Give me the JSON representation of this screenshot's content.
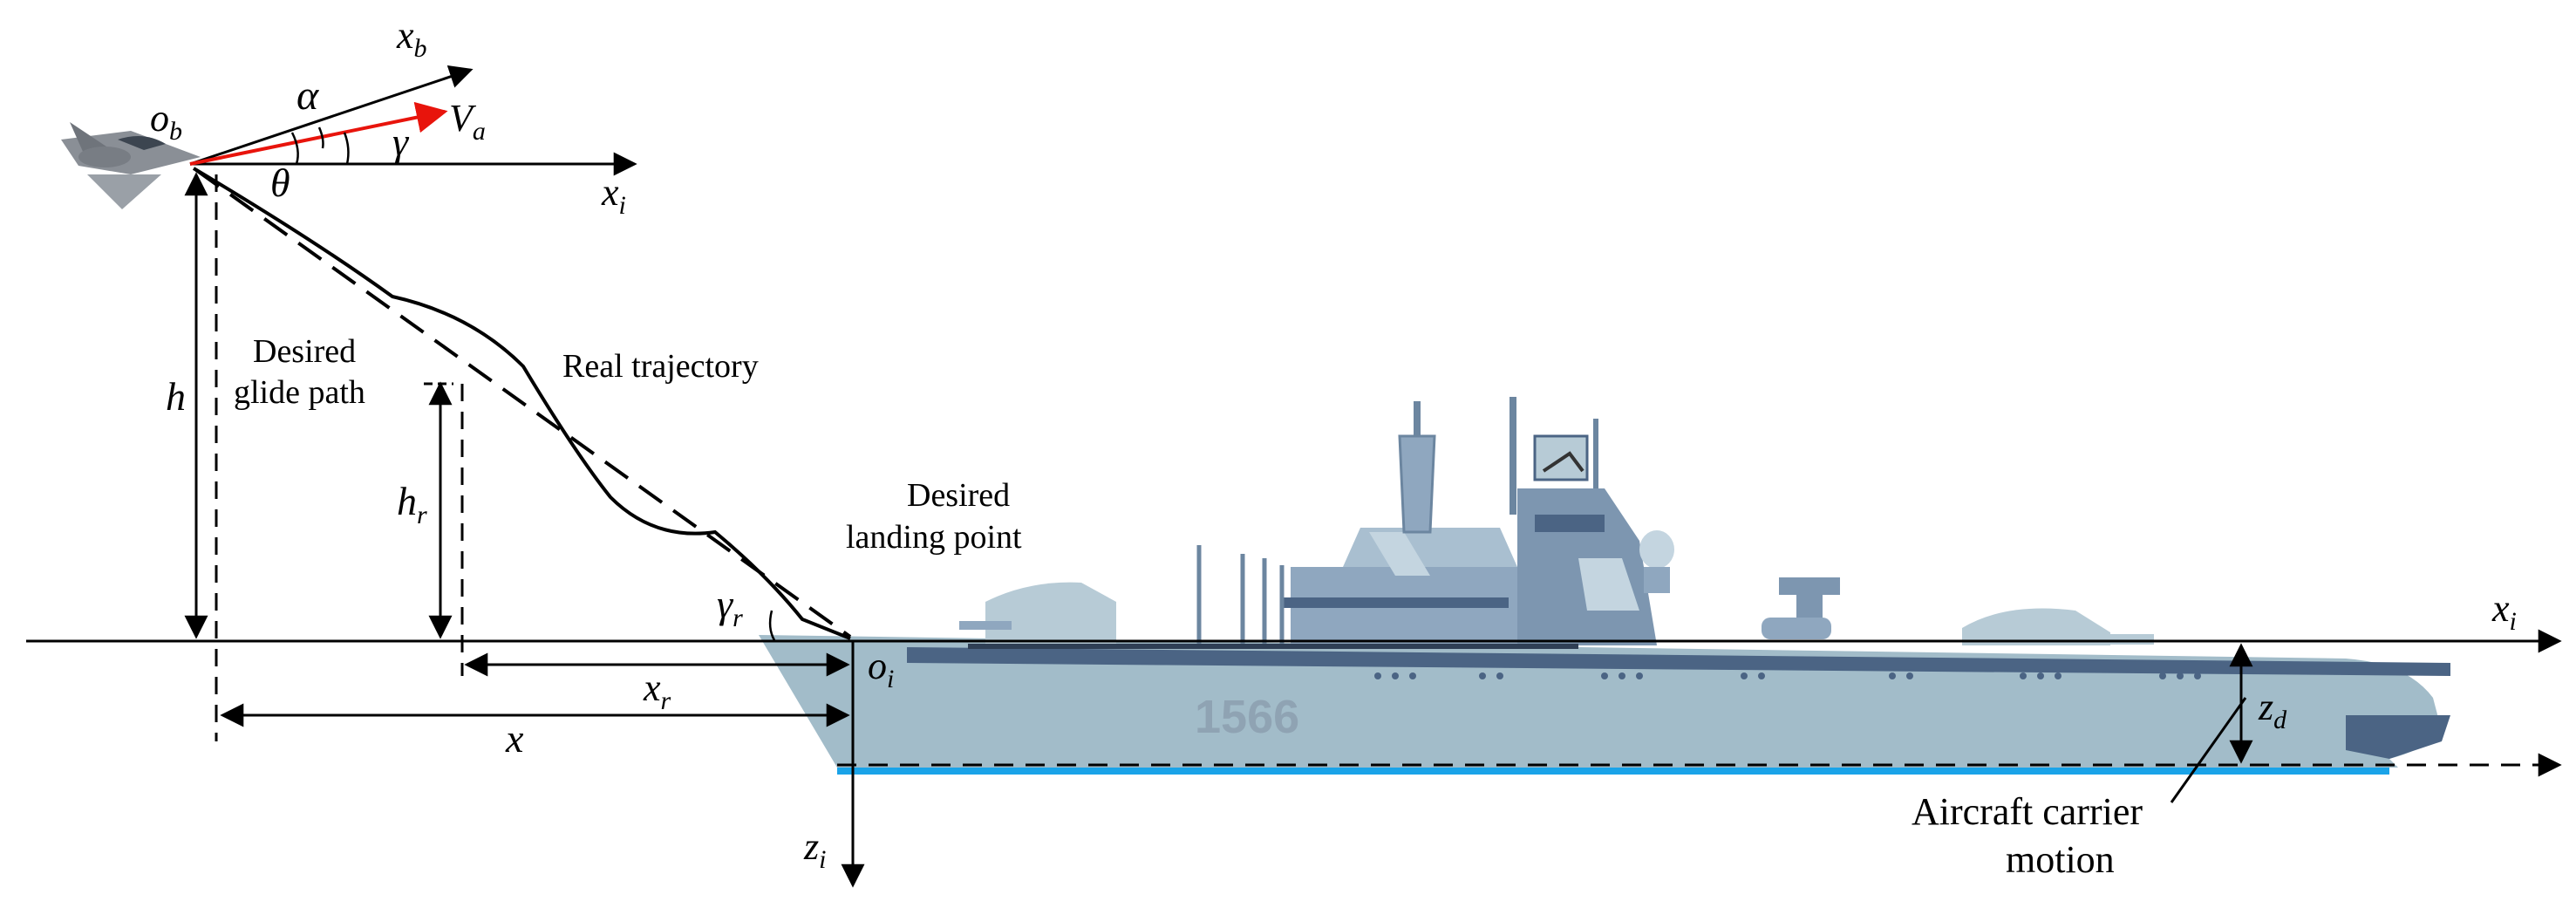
{
  "labels": {
    "ob": "o",
    "ob_sub": "b",
    "xb": "x",
    "xb_sub": "b",
    "alpha": "α",
    "Va": "V",
    "Va_sub": "a",
    "gamma": "γ",
    "theta": "θ",
    "xi_top": "x",
    "xi_top_sub": "i",
    "desired_glide_path_l1": "Desired",
    "desired_glide_path_l2": "glide path",
    "real_trajectory": "Real trajectory",
    "h": "h",
    "hr": "h",
    "hr_sub": "r",
    "desired_landing_point_l1": "Desired",
    "desired_landing_point_l2": "landing point",
    "gamma_r": "γ",
    "gamma_r_sub": "r",
    "oi": "o",
    "oi_sub": "i",
    "xr": "x",
    "xr_sub": "r",
    "x": "x",
    "zi": "z",
    "zi_sub": "i",
    "xi_right": "x",
    "xi_right_sub": "i",
    "zd": "z",
    "zd_sub": "d",
    "carrier_motion_l1": "Aircraft carrier",
    "carrier_motion_l2": "motion"
  },
  "ship": {
    "hull_number": "1566"
  },
  "colors": {
    "hull": "#a2bcc9",
    "deck_dark": "#4b6484",
    "waterline": "#1aa3e8",
    "superstructure": "#8fa7bf",
    "velocity_arrow": "#e8140c",
    "aircraft": "#8a8f96"
  }
}
